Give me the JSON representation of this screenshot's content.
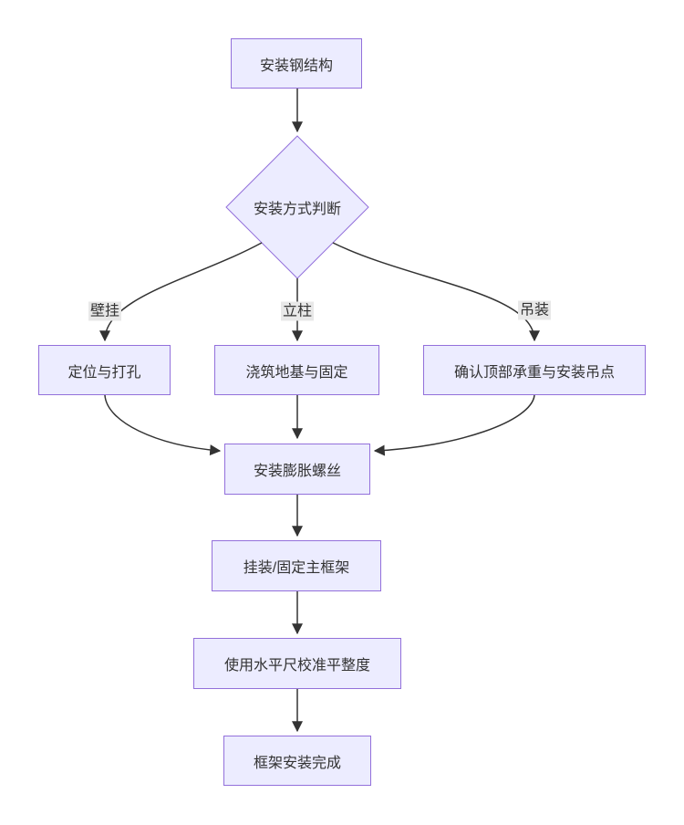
{
  "flowchart": {
    "nodes": {
      "install_steel": "安装钢结构",
      "decision": "安装方式判断",
      "wall_mount": "定位与打孔",
      "column_mount": "浇筑地基与固定",
      "hoist_mount": "确认顶部承重与安装吊点",
      "anchor_bolts": "安装膨胀螺丝",
      "main_frame": "挂装/固定主框架",
      "leveling": "使用水平尺校准平整度",
      "complete": "框架安装完成"
    },
    "edge_labels": {
      "wall": "壁挂",
      "column": "立柱",
      "hoist": "吊装"
    },
    "colors": {
      "node_fill": "#ECECFF",
      "node_border": "#9370DB",
      "edge_line": "#333333",
      "text": "#333333",
      "edge_label_bg": "#e8e8e8",
      "background": "#ffffff"
    }
  }
}
